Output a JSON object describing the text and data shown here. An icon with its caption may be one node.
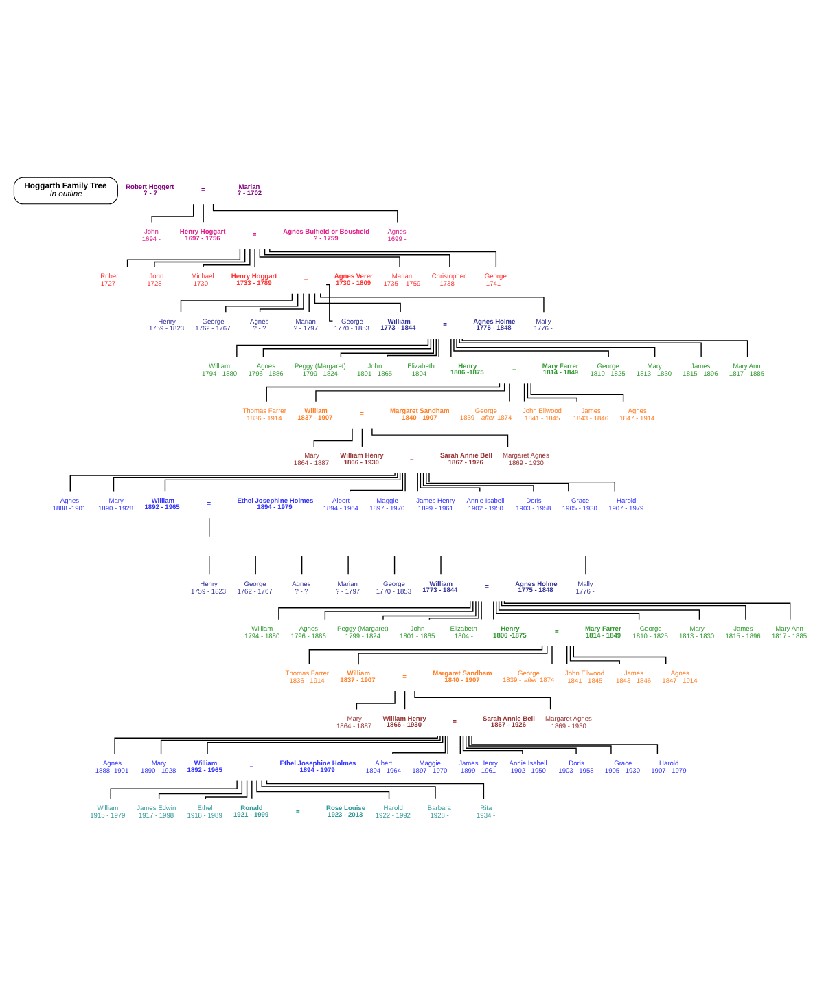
{
  "diagram": {
    "nodes": [
      {
        "text": [
          "Hoggarth Family Tree",
          "in outline"
        ]
      },
      {
        "text": [
          "Robert Hoggert",
          "? - ?"
        ]
      },
      {
        "text": [
          "="
        ]
      },
      {
        "text": [
          "Marian",
          "? - 1702"
        ]
      },
      {
        "text": [
          "John",
          "1694 -"
        ]
      },
      {
        "text": [
          "Henry Hoggart",
          "1697 - 1756"
        ]
      },
      {
        "text": [
          "="
        ]
      },
      {
        "text": [
          "Agnes Bulfield or Bousfield",
          "? - 1759"
        ]
      },
      {
        "text": [
          "Agnes",
          "1699 -"
        ]
      },
      {
        "text": [
          "Robert",
          "1727 -"
        ]
      },
      {
        "text": [
          "John",
          "1728 -"
        ]
      },
      {
        "text": [
          "Michael",
          "1730 -"
        ]
      },
      {
        "text": [
          "Henry Hoggart",
          "1733 - 1789"
        ]
      },
      {
        "text": [
          "="
        ]
      },
      {
        "text": [
          "Agnes Verer",
          "1730 - 1809"
        ]
      },
      {
        "text": [
          "Marian",
          "1735  - 1759"
        ]
      },
      {
        "text": [
          "Christopher",
          "1738 -"
        ]
      },
      {
        "text": [
          "George",
          "1741 -"
        ]
      },
      {
        "text": [
          "Henry",
          "1759 - 1823"
        ]
      },
      {
        "text": [
          "George",
          "1762 - 1767"
        ]
      },
      {
        "text": [
          "Agnes",
          "? - ?"
        ]
      },
      {
        "text": [
          "Marian",
          "? - 1797"
        ]
      },
      {
        "text": [
          "George",
          "1770 - 1853"
        ]
      },
      {
        "text": [
          "William",
          "1773 - 1844"
        ]
      },
      {
        "text": [
          "="
        ]
      },
      {
        "text": [
          "Agnes Holme",
          "1775 - 1848"
        ]
      },
      {
        "text": [
          "Mally",
          "1776 -"
        ]
      },
      {
        "text": [
          "William",
          "1794 - 1880"
        ]
      },
      {
        "text": [
          "Agnes",
          "1796 - 1886"
        ]
      },
      {
        "text": [
          "Peggy (Margaret)",
          "1799 - 1824"
        ]
      },
      {
        "text": [
          "John",
          "1801 - 1865"
        ]
      },
      {
        "text": [
          "Elizabeth",
          "1804 -"
        ]
      },
      {
        "text": [
          "Henry",
          "1806 -1875"
        ]
      },
      {
        "text": [
          "="
        ]
      },
      {
        "text": [
          "Mary Farrer",
          "1814 - 1849"
        ]
      },
      {
        "text": [
          "George",
          "1810 - 1825"
        ]
      },
      {
        "text": [
          "Mary",
          "1813 - 1830"
        ]
      },
      {
        "text": [
          "James",
          "1815 - 1896"
        ]
      },
      {
        "text": [
          "Mary Ann",
          "1817 - 1885"
        ]
      },
      {
        "text": [
          "Thomas Farrer",
          "1836 - 1914"
        ]
      },
      {
        "text": [
          "William",
          "1837 - 1907"
        ]
      },
      {
        "text": [
          "="
        ]
      },
      {
        "text": [
          "Margaret Sandham",
          "1840 - 1907"
        ]
      },
      {
        "text": [
          "George",
          "1839 - *after* 1874"
        ]
      },
      {
        "text": [
          "John Ellwood",
          "1841 - 1845"
        ]
      },
      {
        "text": [
          "James",
          "1843 - 1846"
        ]
      },
      {
        "text": [
          "Agnes",
          "1847 - 1914"
        ]
      },
      {
        "text": [
          "Mary",
          "1864 - 1887"
        ]
      },
      {
        "text": [
          "William Henry",
          "1866 - 1930"
        ]
      },
      {
        "text": [
          "="
        ]
      },
      {
        "text": [
          "Sarah Annie Bell",
          "1867 - 1926"
        ]
      },
      {
        "text": [
          "Margaret Agnes",
          "1869 - 1930"
        ]
      },
      {
        "text": [
          "Agnes",
          "1888 -1901"
        ]
      },
      {
        "text": [
          "Mary",
          "1890 - 1928"
        ]
      },
      {
        "text": [
          "William",
          "1892 - 1965"
        ]
      },
      {
        "text": [
          "="
        ]
      },
      {
        "text": [
          "Ethel Josephine Holmes",
          "1894 - 1979"
        ]
      },
      {
        "text": [
          "Albert",
          "1894 - 1964"
        ]
      },
      {
        "text": [
          "Maggie",
          "1897 - 1970"
        ]
      },
      {
        "text": [
          "James Henry",
          "1899 - 1961"
        ]
      },
      {
        "text": [
          "Annie Isabell",
          "1902 - 1950"
        ]
      },
      {
        "text": [
          "Doris",
          "1903 - 1958"
        ]
      },
      {
        "text": [
          "Grace",
          "1905 - 1930"
        ]
      },
      {
        "text": [
          "Harold",
          "1907 - 1979"
        ]
      },
      {
        "text": [
          "Henry",
          "1759 - 1823"
        ]
      },
      {
        "text": [
          "George",
          "1762 - 1767"
        ]
      },
      {
        "text": [
          "Agnes",
          "? - ?"
        ]
      },
      {
        "text": [
          "Marian",
          "? - 1797"
        ]
      },
      {
        "text": [
          "George",
          "1770 - 1853"
        ]
      },
      {
        "text": [
          "William",
          "1773 - 1844"
        ]
      },
      {
        "text": [
          "="
        ]
      },
      {
        "text": [
          "Agnes Holme",
          "1775 - 1848"
        ]
      },
      {
        "text": [
          "Mally",
          "1776 -"
        ]
      },
      {
        "text": [
          "William",
          "1794 - 1880"
        ]
      },
      {
        "text": [
          "Agnes",
          "1796 - 1886"
        ]
      },
      {
        "text": [
          "Peggy (Margaret)",
          "1799 - 1824"
        ]
      },
      {
        "text": [
          "John",
          "1801 - 1865"
        ]
      },
      {
        "text": [
          "Elizabeth",
          "1804 -"
        ]
      },
      {
        "text": [
          "Henry",
          "1806 -1875"
        ]
      },
      {
        "text": [
          "="
        ]
      },
      {
        "text": [
          "Mary Farrer",
          "1814 - 1849"
        ]
      },
      {
        "text": [
          "George",
          "1810 - 1825"
        ]
      },
      {
        "text": [
          "Mary",
          "1813 - 1830"
        ]
      },
      {
        "text": [
          "James",
          "1815 - 1896"
        ]
      },
      {
        "text": [
          "Mary Ann",
          "1817 - 1885"
        ]
      },
      {
        "text": [
          "Thomas Farrer",
          "1836 - 1914"
        ]
      },
      {
        "text": [
          "William",
          "1837 - 1907"
        ]
      },
      {
        "text": [
          "="
        ]
      },
      {
        "text": [
          "Margaret Sandham",
          "1840 - 1907"
        ]
      },
      {
        "text": [
          "George",
          "1839 - *after* 1874"
        ]
      },
      {
        "text": [
          "John Ellwood",
          "1841 - 1845"
        ]
      },
      {
        "text": [
          "James",
          "1843 - 1846"
        ]
      },
      {
        "text": [
          "Agnes",
          "1847 - 1914"
        ]
      },
      {
        "text": [
          "Mary",
          "1864 - 1887"
        ]
      },
      {
        "text": [
          "William Henry",
          "1866 - 1930"
        ]
      },
      {
        "text": [
          "="
        ]
      },
      {
        "text": [
          "Sarah Annie Bell",
          "1867 - 1926"
        ]
      },
      {
        "text": [
          "Margaret Agnes",
          "1869 - 1930"
        ]
      },
      {
        "text": [
          "Agnes",
          "1888 -1901"
        ]
      },
      {
        "text": [
          "Mary",
          "1890 - 1928"
        ]
      },
      {
        "text": [
          "William",
          "1892 - 1965"
        ]
      },
      {
        "text": [
          "="
        ]
      },
      {
        "text": [
          "Ethel Josephine Holmes",
          "1894 - 1979"
        ]
      },
      {
        "text": [
          "Albert",
          "1894 - 1964"
        ]
      },
      {
        "text": [
          "Maggie",
          "1897 - 1970"
        ]
      },
      {
        "text": [
          "James Henry",
          "1899 - 1961"
        ]
      },
      {
        "text": [
          "Annie Isabell",
          "1902 - 1950"
        ]
      },
      {
        "text": [
          "Doris",
          "1903 - 1958"
        ]
      },
      {
        "text": [
          "Grace",
          "1905 - 1930"
        ]
      },
      {
        "text": [
          "Harold",
          "1907 - 1979"
        ]
      },
      {
        "text": [
          "William",
          "1915 - 1979"
        ]
      },
      {
        "text": [
          "James Edwin",
          "1917 - 1998"
        ]
      },
      {
        "text": [
          "Ethel",
          "1918 - 1989"
        ]
      },
      {
        "text": [
          "Ronald",
          "1921 - 1999"
        ]
      },
      {
        "text": [
          "="
        ]
      },
      {
        "text": [
          "Rose Louise",
          "1923 - 2013"
        ]
      },
      {
        "text": [
          "Harold",
          "1922 - 1992"
        ]
      },
      {
        "text": [
          "Barbara",
          "1928 -"
        ]
      },
      {
        "text": [
          "Rita",
          "1934 -"
        ]
      }
    ],
    "edges": [
      {
        "from": 2,
        "to": 4,
        "arrow": "none"
      },
      {
        "from": 2,
        "to": 5,
        "arrow": "none"
      },
      {
        "from": 2,
        "to": 8,
        "arrow": "none"
      },
      {
        "from": 6,
        "to": 9,
        "arrow": "none"
      },
      {
        "from": 6,
        "to": 10,
        "arrow": "none"
      },
      {
        "from": 6,
        "to": 11,
        "arrow": "none"
      },
      {
        "from": 6,
        "to": 12,
        "arrow": "none"
      },
      {
        "from": 6,
        "to": 15,
        "arrow": "none"
      },
      {
        "from": 6,
        "to": 16,
        "arrow": "none"
      },
      {
        "from": 6,
        "to": 17,
        "arrow": "none"
      },
      {
        "from": 13,
        "to": 18,
        "arrow": "none"
      },
      {
        "from": 13,
        "to": 19,
        "arrow": "none"
      },
      {
        "from": 13,
        "to": 20,
        "arrow": "none"
      },
      {
        "from": 13,
        "to": 21,
        "arrow": "none"
      },
      {
        "from": 13,
        "to": 22,
        "arrow": "none"
      },
      {
        "from": 13,
        "to": 23,
        "arrow": "none"
      },
      {
        "from": 13,
        "to": 26,
        "arrow": "none"
      },
      {
        "from": 24,
        "to": 27,
        "arrow": "none"
      },
      {
        "from": 24,
        "to": 28,
        "arrow": "none"
      },
      {
        "from": 24,
        "to": 29,
        "arrow": "none"
      },
      {
        "from": 24,
        "to": 30,
        "arrow": "none"
      },
      {
        "from": 24,
        "to": 31,
        "arrow": "none"
      },
      {
        "from": 24,
        "to": 32,
        "arrow": "none"
      },
      {
        "from": 24,
        "to": 35,
        "arrow": "none"
      },
      {
        "from": 24,
        "to": 36,
        "arrow": "none"
      },
      {
        "from": 24,
        "to": 37,
        "arrow": "none"
      },
      {
        "from": 24,
        "to": 38,
        "arrow": "none"
      },
      {
        "from": 33,
        "to": 39,
        "arrow": "none"
      },
      {
        "from": 33,
        "to": 40,
        "arrow": "none"
      },
      {
        "from": 33,
        "to": 43,
        "arrow": "none"
      },
      {
        "from": 33,
        "to": 44,
        "arrow": "none"
      },
      {
        "from": 33,
        "to": 45,
        "arrow": "none"
      },
      {
        "from": 33,
        "to": 46,
        "arrow": "none"
      },
      {
        "from": 41,
        "to": 47,
        "arrow": "none"
      },
      {
        "from": 41,
        "to": 48,
        "arrow": "none"
      },
      {
        "from": 41,
        "to": 51,
        "arrow": "none"
      },
      {
        "from": 49,
        "to": 52,
        "arrow": "none"
      },
      {
        "from": 49,
        "to": 53,
        "arrow": "none"
      },
      {
        "from": 49,
        "to": 54,
        "arrow": "none"
      },
      {
        "from": 49,
        "to": 57,
        "arrow": "none"
      },
      {
        "from": 49,
        "to": 58,
        "arrow": "none"
      },
      {
        "from": 49,
        "to": 59,
        "arrow": "none"
      },
      {
        "from": 49,
        "to": 60,
        "arrow": "none"
      },
      {
        "from": 49,
        "to": 61,
        "arrow": "none"
      },
      {
        "from": 49,
        "to": 62,
        "arrow": "none"
      },
      {
        "from": 49,
        "to": 63,
        "arrow": "none"
      },
      {
        "from": 55,
        "to": null,
        "arrow": "none"
      },
      {
        "from": null,
        "to": 64,
        "arrow": "none"
      },
      {
        "from": null,
        "to": 65,
        "arrow": "none"
      },
      {
        "from": null,
        "to": 66,
        "arrow": "none"
      },
      {
        "from": null,
        "to": 67,
        "arrow": "none"
      },
      {
        "from": null,
        "to": 68,
        "arrow": "none"
      },
      {
        "from": null,
        "to": 69,
        "arrow": "none"
      },
      {
        "from": null,
        "to": 72,
        "arrow": "none"
      },
      {
        "from": 70,
        "to": 73,
        "arrow": "none"
      },
      {
        "from": 70,
        "to": 74,
        "arrow": "none"
      },
      {
        "from": 70,
        "to": 75,
        "arrow": "none"
      },
      {
        "from": 70,
        "to": 76,
        "arrow": "none"
      },
      {
        "from": 70,
        "to": 77,
        "arrow": "none"
      },
      {
        "from": 70,
        "to": 78,
        "arrow": "none"
      },
      {
        "from": 70,
        "to": 81,
        "arrow": "none"
      },
      {
        "from": 70,
        "to": 82,
        "arrow": "none"
      },
      {
        "from": 70,
        "to": 83,
        "arrow": "none"
      },
      {
        "from": 70,
        "to": 84,
        "arrow": "none"
      },
      {
        "from": 79,
        "to": 85,
        "arrow": "none"
      },
      {
        "from": 79,
        "to": 86,
        "arrow": "none"
      },
      {
        "from": 79,
        "to": 89,
        "arrow": "none"
      },
      {
        "from": 79,
        "to": 90,
        "arrow": "none"
      },
      {
        "from": 79,
        "to": 91,
        "arrow": "none"
      },
      {
        "from": 79,
        "to": 92,
        "arrow": "none"
      },
      {
        "from": 87,
        "to": 93,
        "arrow": "none"
      },
      {
        "from": 87,
        "to": 94,
        "arrow": "none"
      },
      {
        "from": 87,
        "to": 97,
        "arrow": "none"
      },
      {
        "from": 95,
        "to": 98,
        "arrow": "none"
      },
      {
        "from": 95,
        "to": 99,
        "arrow": "none"
      },
      {
        "from": 95,
        "to": 100,
        "arrow": "none"
      },
      {
        "from": 95,
        "to": 103,
        "arrow": "none"
      },
      {
        "from": 95,
        "to": 104,
        "arrow": "none"
      },
      {
        "from": 95,
        "to": 105,
        "arrow": "none"
      },
      {
        "from": 95,
        "to": 106,
        "arrow": "none"
      },
      {
        "from": 95,
        "to": 107,
        "arrow": "none"
      },
      {
        "from": 95,
        "to": 108,
        "arrow": "none"
      },
      {
        "from": 95,
        "to": 109,
        "arrow": "none"
      },
      {
        "from": 101,
        "to": 110,
        "arrow": "none"
      },
      {
        "from": 101,
        "to": 111,
        "arrow": "none"
      },
      {
        "from": 101,
        "to": 112,
        "arrow": "none"
      },
      {
        "from": 101,
        "to": 113,
        "arrow": "none"
      },
      {
        "from": 101,
        "to": 116,
        "arrow": "none"
      },
      {
        "from": 101,
        "to": 117,
        "arrow": "none"
      },
      {
        "from": 101,
        "to": 118,
        "arrow": "none"
      }
    ]
  }
}
